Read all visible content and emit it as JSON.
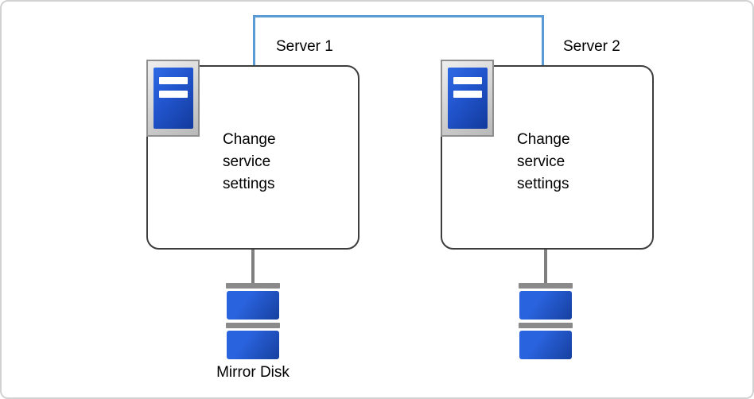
{
  "canvas": {
    "background": "#ffffff",
    "border_color": "#d2d2d2"
  },
  "connector": {
    "name": "server-interconnect",
    "color": "#5b9bd5"
  },
  "servers": [
    {
      "label": "Server 1",
      "box_text": "Change service settings",
      "disk_label": "Mirror Disk"
    },
    {
      "label": "Server 2",
      "box_text": "Change service settings",
      "disk_label": ""
    }
  ],
  "icons": {
    "server_icon": "server-tower-icon",
    "disk_icon": "disk-stack-icon"
  },
  "colors": {
    "box_border": "#3d3d3d",
    "server_panel_blue": "#2154cc",
    "disk_blue": "#1f4fc4",
    "hardware_gray": "#7f7f7f"
  }
}
